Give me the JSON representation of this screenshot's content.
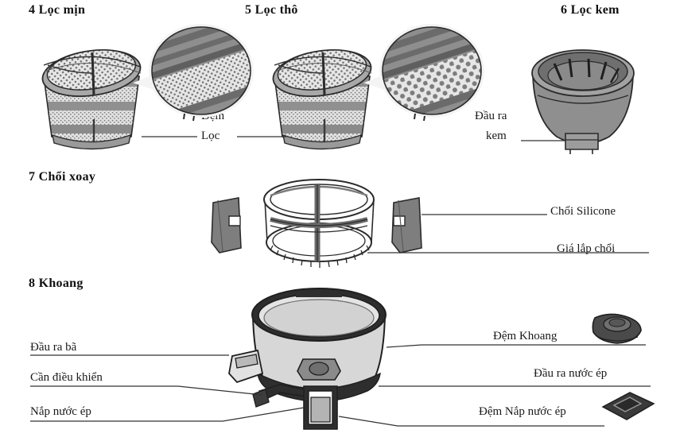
{
  "document": {
    "type": "parts-diagram",
    "language": "vi",
    "background_color": "#ffffff",
    "ink_color": "#1a1a1a"
  },
  "sections": [
    {
      "id": "fine-filter",
      "number": "4",
      "title": "4 Lọc mịn"
    },
    {
      "id": "coarse-filter",
      "number": "5",
      "title": "5 Lọc thô"
    },
    {
      "id": "cream-filter",
      "number": "6",
      "title": "6 Lọc kem"
    },
    {
      "id": "rotating-brush",
      "number": "7",
      "title": "7 Chổi xoay"
    },
    {
      "id": "chamber",
      "number": "8",
      "title": "8 Khoang"
    }
  ],
  "labels": {
    "filter_gasket_line1": "Đệm",
    "filter_gasket_line2": "Lọc",
    "cream_outlet_line1": "Đầu ra",
    "cream_outlet_line2": "kem",
    "silicone_brush": "Chổi Silicone",
    "brush_holder": "Giá lắp chổi",
    "pulp_outlet": "Đầu ra bã",
    "control_lever": "Cần điều khiển",
    "juice_cap": "Nắp nước ép",
    "chamber_gasket": "Đệm Khoang",
    "juice_outlet": "Đầu ra nước ép",
    "juice_cap_gasket": "Đệm Nắp nước ép"
  },
  "parts": {
    "fine_filter_basket": "fine-mesh-strainer-basket",
    "fine_filter_detail": "fine-mesh-magnified-circle",
    "coarse_filter_basket": "coarse-mesh-strainer-basket",
    "coarse_filter_detail": "coarse-mesh-magnified-circle",
    "cream_strainer_bowl": "solid-cream-strainer-bowl",
    "brush_frame": "rotating-brush-frame",
    "silicone_brush_left": "silicone-brush-blade-left",
    "silicone_brush_right": "silicone-brush-blade-right",
    "chamber_bowl": "juicing-chamber-bowl",
    "chamber_gasket_part": "round-chamber-gasket",
    "juice_cap_gasket_part": "square-juice-cap-gasket"
  },
  "colors": {
    "outline": "#2b2b2b",
    "mid_gray": "#8c8c8c",
    "dark_gray": "#5a5a5a",
    "light_gray": "#d8d8d8",
    "pale_gray": "#ececec",
    "leader_line": "#333333",
    "near_black": "#262626"
  }
}
